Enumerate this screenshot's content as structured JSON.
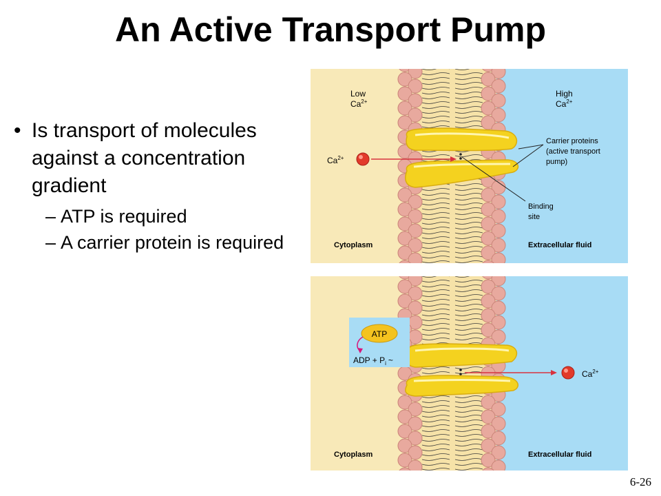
{
  "slide": {
    "title": "An Active Transport Pump",
    "number": "6-26"
  },
  "bullets": {
    "main": "Is transport of molecules against a concentration gradient",
    "subs": [
      "ATP is required",
      "A carrier protein is required"
    ]
  },
  "diagram": {
    "top": {
      "low_label": "Low",
      "high_label": "High",
      "ion_base": "Ca",
      "ion_charge": "2+",
      "carrier_label": [
        "Carrier proteins",
        "(active transport",
        "pump)"
      ],
      "binding_label": [
        "Binding",
        "site"
      ],
      "cytoplasm": "Cytoplasm",
      "extracellular": "Extracellular fluid"
    },
    "bottom": {
      "atp": "ATP",
      "adp_text": "ADP  +  P",
      "pi_sub": "i",
      "tilde": "~",
      "ion_base": "Ca",
      "ion_charge": "2+",
      "cytoplasm": "Cytoplasm",
      "extracellular": "Extracellular fluid"
    }
  },
  "colors": {
    "cytoplasm_bg": "#f8e9b8",
    "extracellular_bg": "#a8dcf5",
    "phospholipid_head": "#e8a99e",
    "carrier_protein": "#f4d21f",
    "ion": "#e23a2a",
    "arrow": "#d8333f",
    "adp_arrow": "#d8147a"
  }
}
